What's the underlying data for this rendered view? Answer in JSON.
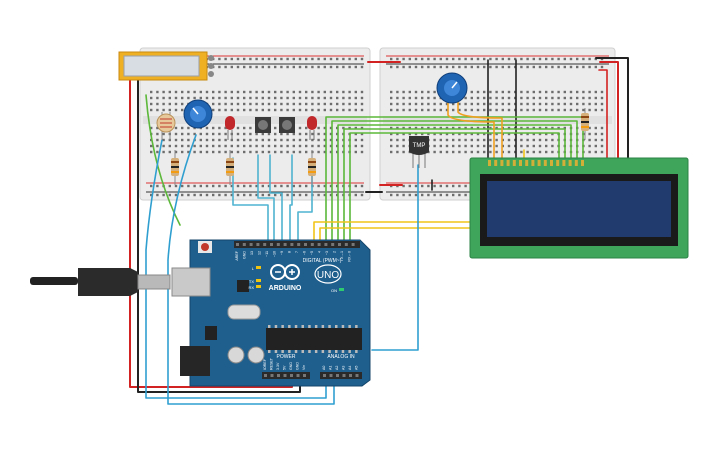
{
  "arduino": {
    "brand": "ARDUINO",
    "model": "UNO",
    "digital_label": "DIGITAL (PWM~)",
    "power_label": "POWER",
    "analog_label": "ANALOG IN",
    "tx_label": "TX",
    "rx_label": "RX",
    "l_label": "L",
    "on_label": "ON",
    "pin_labels_digital": [
      "AREF",
      "GND",
      "13",
      "12",
      "~11",
      "~10",
      "~9",
      "8",
      "7",
      "~6",
      "~5",
      "4",
      "~3",
      "2",
      "TX→1",
      "RX←0"
    ],
    "pin_labels_power": [
      "IOREF",
      "RESET",
      "3.3V",
      "5V",
      "GND",
      "GND",
      "Vin"
    ],
    "pin_labels_analog": [
      "A0",
      "A1",
      "A2",
      "A3",
      "A4",
      "A5"
    ]
  },
  "sensor": {
    "label": "TMP"
  },
  "colors": {
    "board": "#1e5f8e",
    "breadboard": "#ececec",
    "lcd_pcb": "#3ea55a",
    "lcd_screen": "#213b6e",
    "wire_red": "#d32222",
    "wire_black": "#222222",
    "wire_green": "#5cb83a",
    "wire_cyan": "#4fb3d0",
    "wire_blue": "#2f9fd0",
    "wire_yellow": "#f0c419",
    "wire_orange": "#f0a020"
  }
}
